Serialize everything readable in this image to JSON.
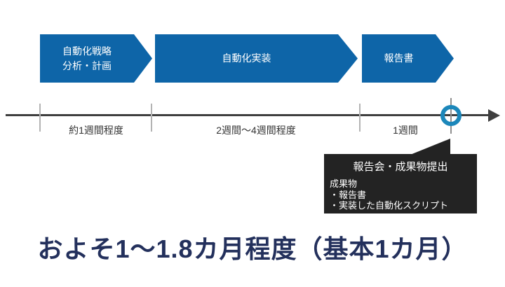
{
  "process": {
    "steps": [
      {
        "lines": [
          "自動化戦略",
          "分析・計画"
        ]
      },
      {
        "lines": [
          "自動化実装"
        ]
      },
      {
        "lines": [
          "報告書"
        ]
      }
    ]
  },
  "timeline": {
    "durations": [
      "約1週間程度",
      "2週間～4週間程度",
      "1週間"
    ]
  },
  "callout": {
    "title": "報告会・成果物提出",
    "body_lines": [
      "成果物",
      "・報告書",
      "・実装した自動化スクリプト"
    ]
  },
  "summary": {
    "title": "およそ1～1.8カ月程度（基本1カ月）"
  },
  "colors": {
    "step_blue": "#0E65A8",
    "ring_blue": "#1C87BA",
    "timeline_gray": "#3F3F3F",
    "tick_gray": "#B3B3B3",
    "callout_bg": "#232323",
    "summary_navy": "#23305C"
  }
}
